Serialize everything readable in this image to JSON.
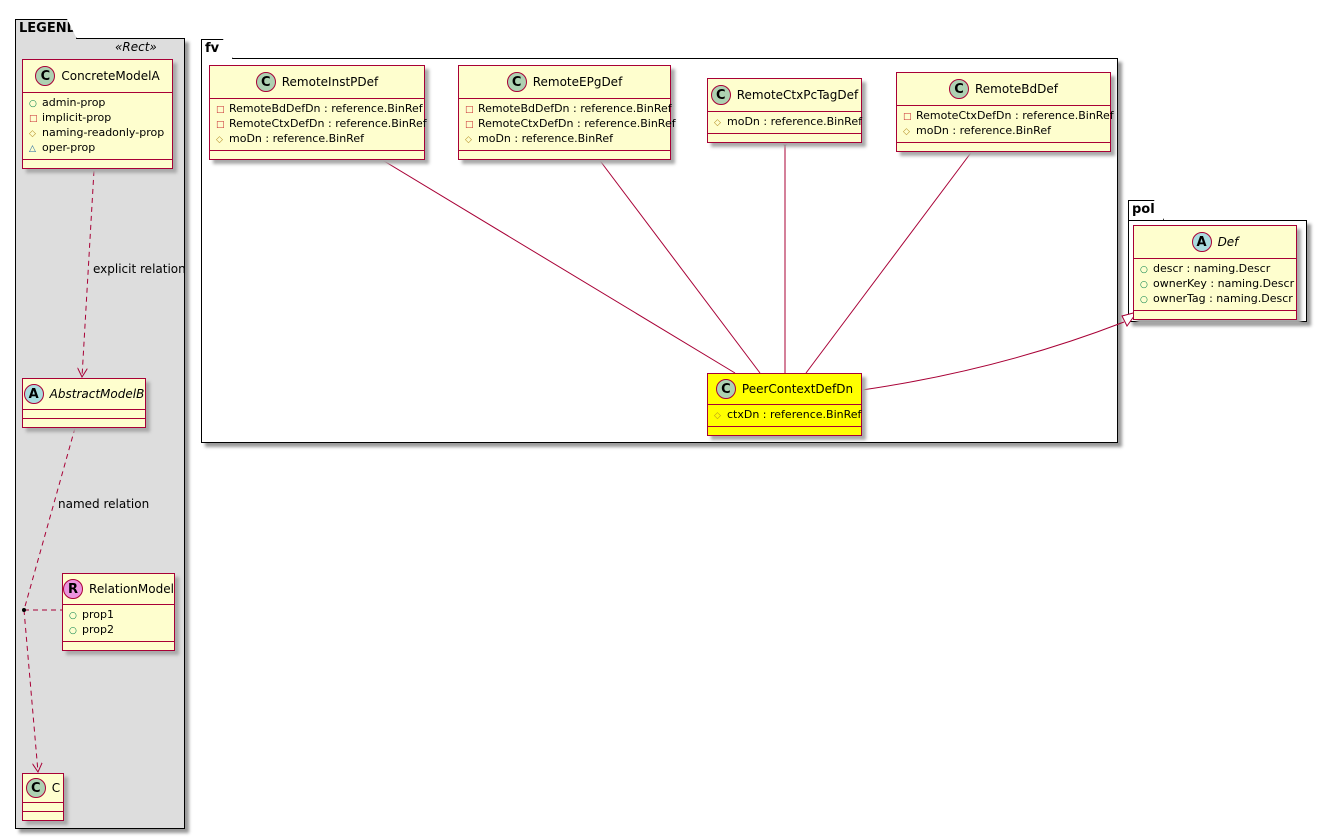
{
  "packages": {
    "legend": {
      "name": "LEGEND",
      "stereotype": "«Rect»"
    },
    "fv": {
      "name": "fv"
    },
    "pol": {
      "name": "pol"
    }
  },
  "classes": [
    {
      "id": "ConcreteModelA",
      "kind": "C",
      "name": "ConcreteModelA",
      "attrs": [
        {
          "vis": "○",
          "text": "admin-prop"
        },
        {
          "vis": "□",
          "text": "implicit-prop"
        },
        {
          "vis": "◇",
          "text": "naming-readonly-prop"
        },
        {
          "vis": "△",
          "text": "oper-prop"
        }
      ]
    },
    {
      "id": "AbstractModelB",
      "kind": "A",
      "name": "AbstractModelB",
      "abstract": true,
      "attrs": []
    },
    {
      "id": "RelationModel",
      "kind": "R",
      "name": "RelationModel",
      "attrs": [
        {
          "vis": "○",
          "text": "prop1"
        },
        {
          "vis": "○",
          "text": "prop2"
        }
      ]
    },
    {
      "id": "C",
      "kind": "C",
      "name": "C",
      "attrs": []
    },
    {
      "id": "RemoteInstPDef",
      "kind": "C",
      "name": "RemoteInstPDef",
      "attrs": [
        {
          "vis": "□",
          "text": "RemoteBdDefDn : reference.BinRef"
        },
        {
          "vis": "□",
          "text": "RemoteCtxDefDn : reference.BinRef"
        },
        {
          "vis": "◇",
          "text": "moDn : reference.BinRef"
        }
      ]
    },
    {
      "id": "RemoteEPgDef",
      "kind": "C",
      "name": "RemoteEPgDef",
      "attrs": [
        {
          "vis": "□",
          "text": "RemoteBdDefDn : reference.BinRef"
        },
        {
          "vis": "□",
          "text": "RemoteCtxDefDn : reference.BinRef"
        },
        {
          "vis": "◇",
          "text": "moDn : reference.BinRef"
        }
      ]
    },
    {
      "id": "RemoteCtxPcTagDef",
      "kind": "C",
      "name": "RemoteCtxPcTagDef",
      "attrs": [
        {
          "vis": "◇",
          "text": "moDn : reference.BinRef"
        }
      ]
    },
    {
      "id": "RemoteBdDef",
      "kind": "C",
      "name": "RemoteBdDef",
      "attrs": [
        {
          "vis": "□",
          "text": "RemoteCtxDefDn : reference.BinRef"
        },
        {
          "vis": "◇",
          "text": "moDn : reference.BinRef"
        }
      ]
    },
    {
      "id": "PeerContextDefDn",
      "kind": "C",
      "name": "PeerContextDefDn",
      "highlight": true,
      "attrs": [
        {
          "vis": "◇",
          "text": "ctxDn : reference.BinRef"
        }
      ]
    },
    {
      "id": "Def",
      "kind": "A",
      "name": "Def",
      "abstract": true,
      "attrs": [
        {
          "vis": "○",
          "text": "descr : naming.Descr"
        },
        {
          "vis": "○",
          "text": "ownerKey : naming.Descr"
        },
        {
          "vis": "○",
          "text": "ownerTag : naming.Descr"
        }
      ]
    }
  ],
  "relations": {
    "explicit": "explicit relation",
    "named": "named relation"
  },
  "colors": {
    "class_bg": "#FEFECE",
    "highlight": "#FFFF00",
    "border": "#A80036",
    "legend_bg": "#DDDDDD",
    "circle_C": "#ADD1B2",
    "circle_A": "#A9DCDF",
    "circle_R": "#EB93DF"
  }
}
